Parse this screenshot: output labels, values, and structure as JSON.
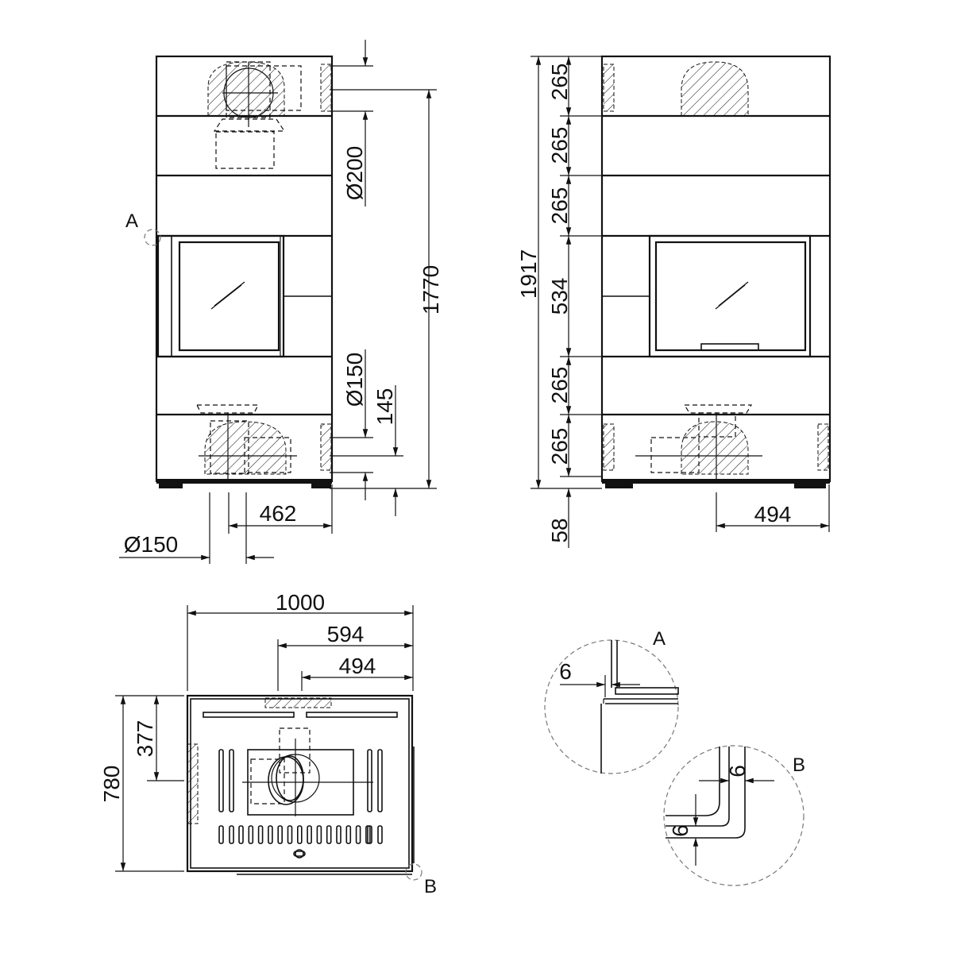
{
  "front_view": {
    "dims": {
      "flue_top_diameter": "Ø200",
      "height_flue_top": "1770",
      "flue_bottom_diameter": "Ø150",
      "flue_bottom_height": "145",
      "flue_offset": "462",
      "bottom_inlet_diameter": "Ø150"
    },
    "detail_marker": "A"
  },
  "side_view": {
    "dims": {
      "seg1": "265",
      "seg2": "265",
      "seg3": "265",
      "seg4": "534",
      "seg5": "265",
      "seg6": "265",
      "total_height": "1917",
      "base_height": "58",
      "flue_offset": "494"
    }
  },
  "top_view": {
    "dims": {
      "width": "1000",
      "offset_594": "594",
      "offset_494": "494",
      "depth": "780",
      "depth_377": "377"
    },
    "detail_marker": "B"
  },
  "detail_a": {
    "label": "A",
    "gap": "6"
  },
  "detail_b": {
    "label": "B",
    "gap_h": "6",
    "gap_v": "6"
  }
}
